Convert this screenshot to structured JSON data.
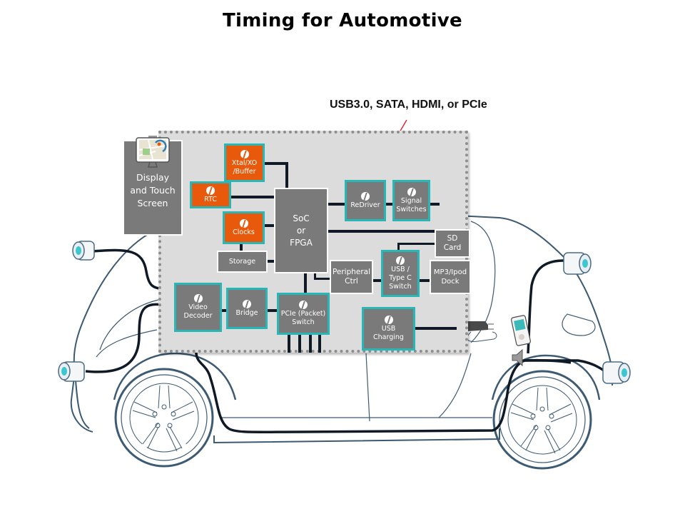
{
  "title": "Timing for Automotive",
  "callout": {
    "text": "USB3.0, SATA, HDMI, or PCIe",
    "arrow_color": "#e0191c",
    "points_to": "ReDriver"
  },
  "colors": {
    "timing_block": "#e8590c",
    "block_gray": "#7a7a7a",
    "accent_border": "#29b6b6",
    "panel_bg": "#dcdcdd",
    "wire": "#0f1a26"
  },
  "blocks": {
    "display": {
      "label_1": "Display",
      "label_2": "and Touch",
      "label_3": "Screen",
      "icon": "map-monitor-icon"
    },
    "xtal": {
      "label_1": "Xtal/XO",
      "label_2": "/Buffer",
      "type": "timing"
    },
    "rtc": {
      "label_1": "RTC",
      "type": "timing"
    },
    "clocks": {
      "label_1": "Clocks",
      "type": "timing"
    },
    "storage": {
      "label_1": "Storage"
    },
    "soc": {
      "label_1": "SoC",
      "label_2": "or",
      "label_3": "FPGA"
    },
    "redriver": {
      "label_1": "ReDriver",
      "type": "pericom"
    },
    "signal_switches": {
      "label_1": "Signal",
      "label_2": "Switches",
      "type": "pericom"
    },
    "sd_card": {
      "label_1": "SD",
      "label_2": "Card"
    },
    "peripheral": {
      "label_1": "Peripheral",
      "label_2": "Ctrl"
    },
    "usb_typec": {
      "label_1": "USB /",
      "label_2": "Type C",
      "label_3": "Switch",
      "type": "pericom"
    },
    "mp3": {
      "label_1": "MP3/Ipod",
      "label_2": "Dock"
    },
    "video_decoder": {
      "label_1": "Video",
      "label_2": "Decoder",
      "type": "pericom"
    },
    "bridge": {
      "label_1": "Bridge",
      "type": "pericom"
    },
    "pcie_switch": {
      "label_1": "PCIe (Packet)",
      "label_2": "Switch",
      "type": "pericom"
    },
    "usb_charging": {
      "label_1": "USB",
      "label_2": "Charging",
      "type": "pericom"
    }
  },
  "peripherals": [
    "front-camera-top",
    "front-camera-bottom",
    "rear-camera-top",
    "rear-camera-bottom",
    "usb-plug",
    "mp3-player",
    "speaker"
  ]
}
